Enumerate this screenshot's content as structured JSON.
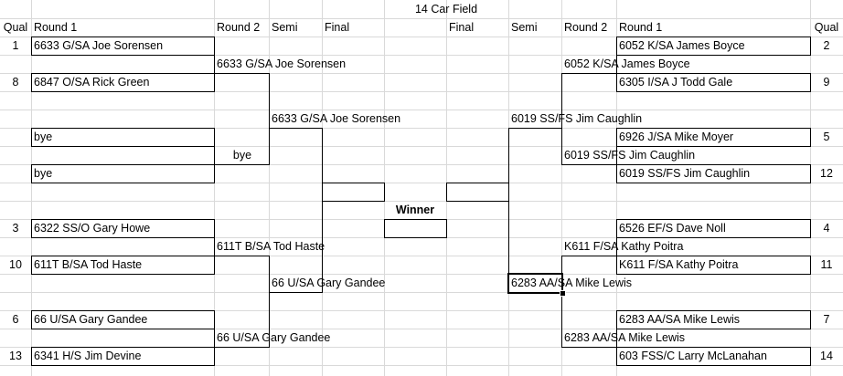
{
  "title": "14 Car Field",
  "headers": {
    "qual_left": "Qual",
    "round1_left": "Round 1",
    "round2_left": "Round 2",
    "semi_left": "Semi",
    "final_left": "Final",
    "final_right": "Final",
    "semi_right": "Semi",
    "round2_right": "Round 2",
    "round1_right": "Round 1",
    "qual_right": "Qual"
  },
  "winner_label": "Winner",
  "left": {
    "round1": [
      {
        "qual": "1",
        "name": "6633 G/SA Joe Sorensen"
      },
      {
        "qual": "8",
        "name": "6847 O/SA Rick Green"
      },
      {
        "qual": "",
        "name": "bye"
      },
      {
        "qual": "",
        "name": "bye"
      },
      {
        "qual": "3",
        "name": "6322 SS/O Gary Howe"
      },
      {
        "qual": "10",
        "name": "611T B/SA Tod Haste"
      },
      {
        "qual": "6",
        "name": "66 U/SA Gary Gandee"
      },
      {
        "qual": "13",
        "name": "6341 H/S Jim Devine"
      }
    ],
    "round2": [
      "6633 G/SA Joe Sorensen",
      "bye",
      "611T B/SA Tod Haste",
      "66 U/SA Gary Gandee"
    ],
    "semi": [
      "6633 G/SA Joe Sorensen",
      "66 U/SA Gary Gandee"
    ],
    "final": [
      ""
    ]
  },
  "right": {
    "round1": [
      {
        "qual": "2",
        "name": "6052 K/SA James Boyce"
      },
      {
        "qual": "9",
        "name": "6305 I/SA J Todd Gale"
      },
      {
        "qual": "5",
        "name": "6926 J/SA Mike Moyer"
      },
      {
        "qual": "12",
        "name": "6019 SS/FS Jim Caughlin"
      },
      {
        "qual": "4",
        "name": "6526 EF/S Dave Noll"
      },
      {
        "qual": "11",
        "name": "K611 F/SA Kathy Poitra"
      },
      {
        "qual": "7",
        "name": "6283 AA/SA Mike Lewis"
      },
      {
        "qual": "14",
        "name": "603 FSS/C Larry McLanahan"
      }
    ],
    "round2": [
      "6052 K/SA James Boyce",
      "6019 SS/FS Jim Caughlin",
      "K611 F/SA Kathy Poitra",
      "6283 AA/SA Mike Lewis"
    ],
    "semi": [
      "6019 SS/FS Jim Caughlin",
      "6283 AA/SA Mike Lewis"
    ],
    "final": [
      ""
    ]
  },
  "winner": ""
}
